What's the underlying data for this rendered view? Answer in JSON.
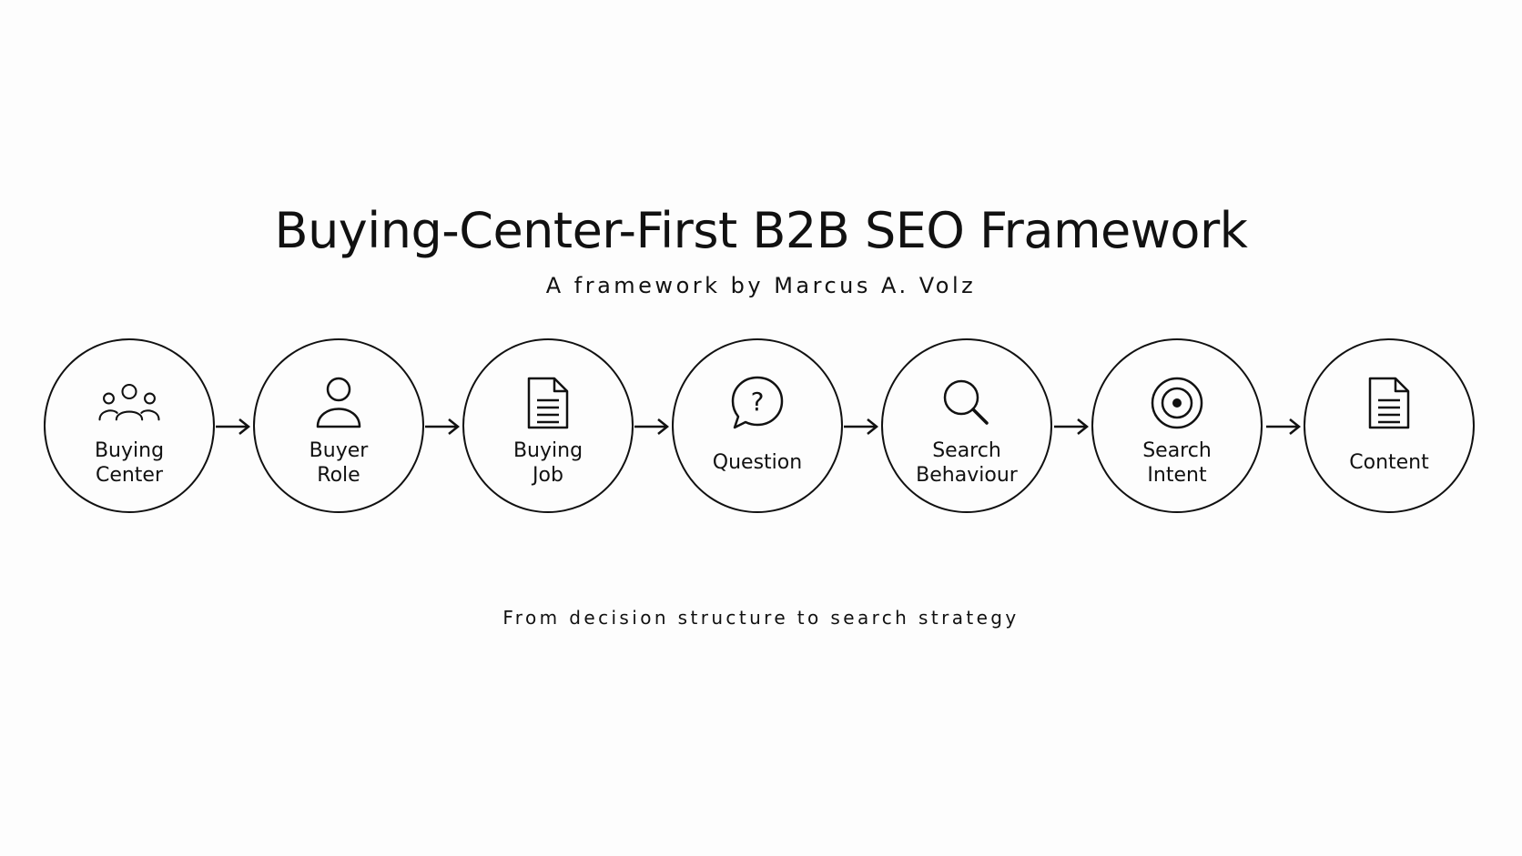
{
  "title": "Buying-Center-First B2B SEO Framework",
  "subtitle": "A framework by Marcus A. Volz",
  "tagline": "From decision structure to search strategy",
  "steps": [
    {
      "label": "Buying\nCenter",
      "icon": "group-people-icon"
    },
    {
      "label": "Buyer\nRole",
      "icon": "person-icon"
    },
    {
      "label": "Buying\nJob",
      "icon": "document-icon"
    },
    {
      "label": "Question",
      "icon": "question-bubble-icon"
    },
    {
      "label": "Search\nBehaviour",
      "icon": "magnifier-icon"
    },
    {
      "label": "Search\nIntent",
      "icon": "target-icon"
    },
    {
      "label": "Content",
      "icon": "document-icon"
    }
  ],
  "colors": {
    "stroke": "#111111",
    "background": "#fdfdfd"
  }
}
